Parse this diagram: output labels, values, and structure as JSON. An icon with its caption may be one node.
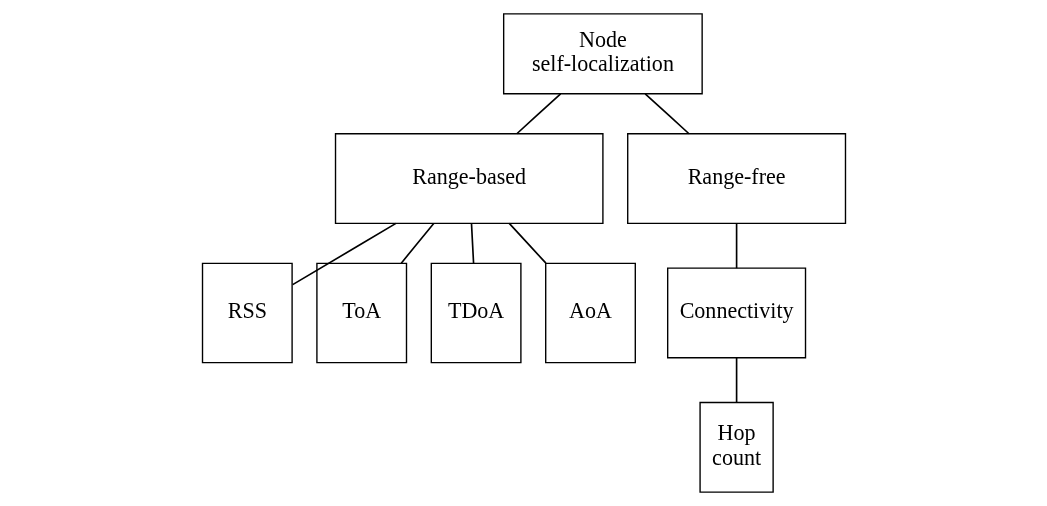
{
  "diagram": {
    "nodes": [
      {
        "text": [
          "Node self-localization"
        ]
      },
      {
        "text": [
          "Range-based"
        ]
      },
      {
        "text": [
          "Range-free"
        ]
      },
      {
        "text": [
          "RSS"
        ]
      },
      {
        "text": [
          "ToA"
        ]
      },
      {
        "text": [
          "TDoA"
        ]
      },
      {
        "text": [
          "AoA"
        ]
      },
      {
        "text": [
          "Connectivity"
        ]
      },
      {
        "text": [
          "Hop count"
        ]
      }
    ],
    "edges": [
      {
        "from": 0,
        "to": 1,
        "arrow": "none"
      },
      {
        "from": 0,
        "to": 2,
        "arrow": "none"
      },
      {
        "from": 1,
        "to": 3,
        "arrow": "none"
      },
      {
        "from": 1,
        "to": 4,
        "arrow": "none"
      },
      {
        "from": 1,
        "to": 5,
        "arrow": "none"
      },
      {
        "from": 1,
        "to": 6,
        "arrow": "none"
      },
      {
        "from": 2,
        "to": 7,
        "arrow": "none"
      },
      {
        "from": 7,
        "to": 8,
        "arrow": "none"
      }
    ]
  }
}
